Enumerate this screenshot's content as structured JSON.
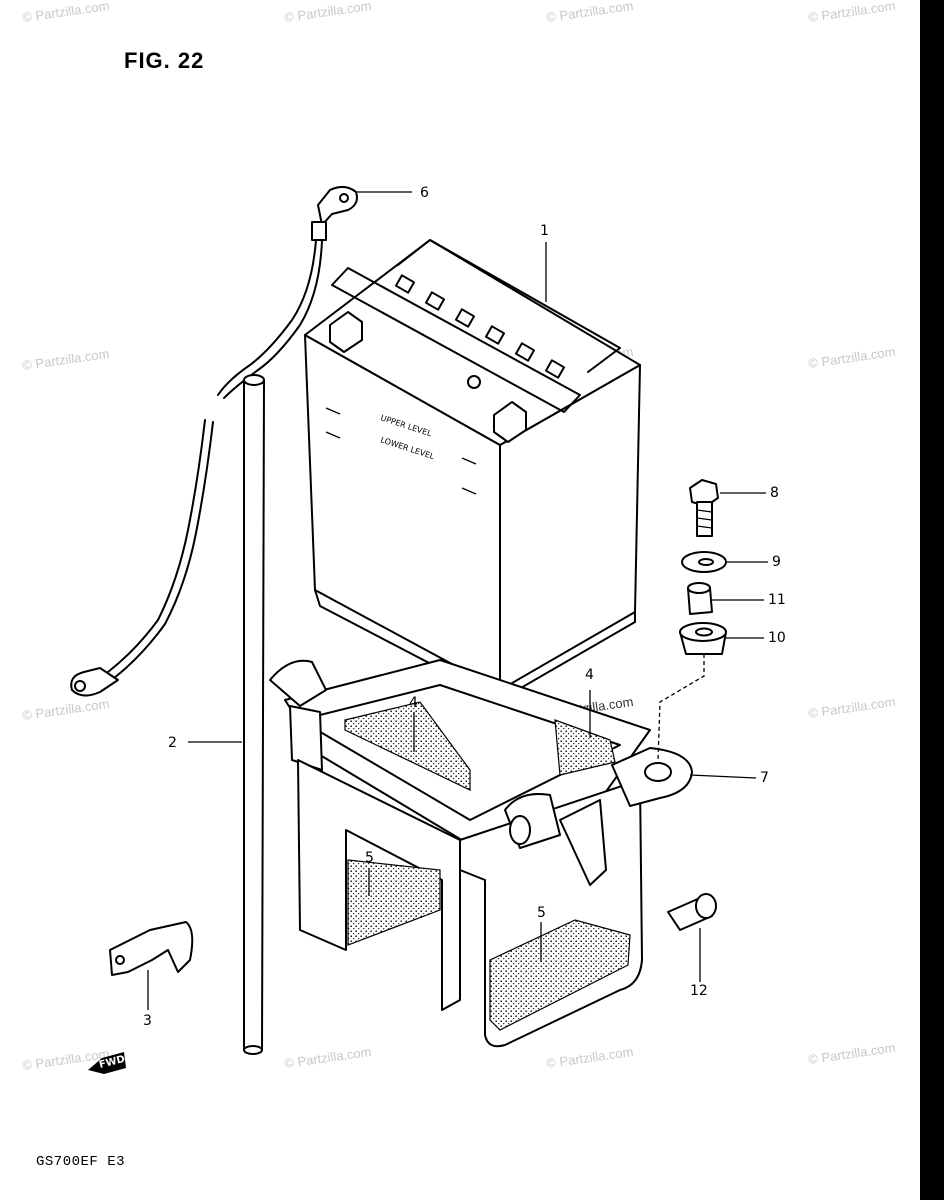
{
  "figure": {
    "title": "FIG. 22",
    "model_code": "GS700EF E3"
  },
  "fwd_label": "FWD",
  "watermark": "© Partzilla.com",
  "callouts": [
    {
      "number": "1",
      "part": "battery"
    },
    {
      "number": "2",
      "part": "breather-tube"
    },
    {
      "number": "3",
      "part": "clamp"
    },
    {
      "number": "4",
      "part": "pad"
    },
    {
      "number": "4",
      "part": "pad"
    },
    {
      "number": "5",
      "part": "pad"
    },
    {
      "number": "5",
      "part": "pad"
    },
    {
      "number": "6",
      "part": "battery-cable"
    },
    {
      "number": "7",
      "part": "battery-case"
    },
    {
      "number": "8",
      "part": "bolt"
    },
    {
      "number": "9",
      "part": "washer"
    },
    {
      "number": "10",
      "part": "cushion"
    },
    {
      "number": "11",
      "part": "spacer"
    },
    {
      "number": "12",
      "part": "spacer"
    }
  ],
  "battery_text": {
    "upper_level": "UPPER LEVEL",
    "lower_level": "LOWER LEVEL"
  },
  "colors": {
    "line": "#000000",
    "background": "#ffffff",
    "watermark": "#c8c8c8"
  }
}
